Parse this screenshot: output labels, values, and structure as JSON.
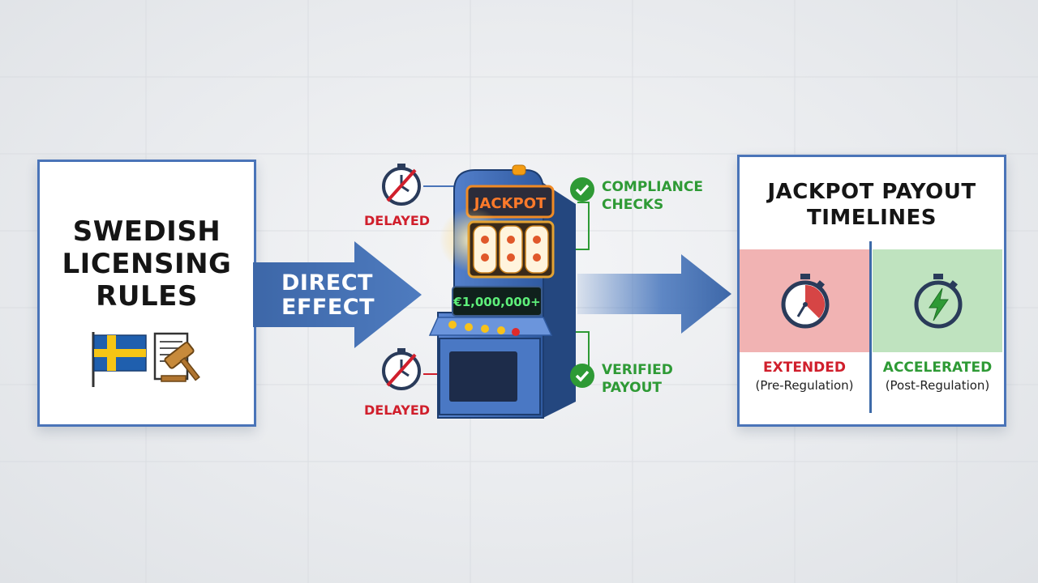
{
  "left_panel": {
    "title_lines": [
      "SWEDISH",
      "LICENSING",
      "RULES"
    ],
    "icons": [
      "swedish-flag-icon",
      "legal-document-gavel-icon"
    ]
  },
  "arrow": {
    "label_lines": [
      "DIRECT",
      "EFFECT"
    ]
  },
  "slot_machine": {
    "marquee": "JACKPOT",
    "display": "€1,000,000+"
  },
  "callouts": {
    "delayed_top": "DELAYED",
    "delayed_bottom": "DELAYED",
    "compliance_lines": [
      "COMPLIANCE",
      "CHECKS"
    ],
    "verified_lines": [
      "VERIFIED",
      "PAYOUT"
    ]
  },
  "right_panel": {
    "title_lines": [
      "JACKPOT PAYOUT",
      "TIMELINES"
    ],
    "extended": {
      "label": "EXTENDED",
      "sub": "(Pre-Regulation)",
      "icon": "stopwatch-icon"
    },
    "accelerated": {
      "label": "ACCELERATED",
      "sub": "(Post-Regulation)",
      "icon": "lightning-stopwatch-icon"
    }
  },
  "colors": {
    "accent_blue": "#4a74b8",
    "red": "#d01f2c",
    "green": "#2e9a35",
    "extended_bg": "#f1b3b3",
    "accelerated_bg": "#bfe3bf"
  }
}
